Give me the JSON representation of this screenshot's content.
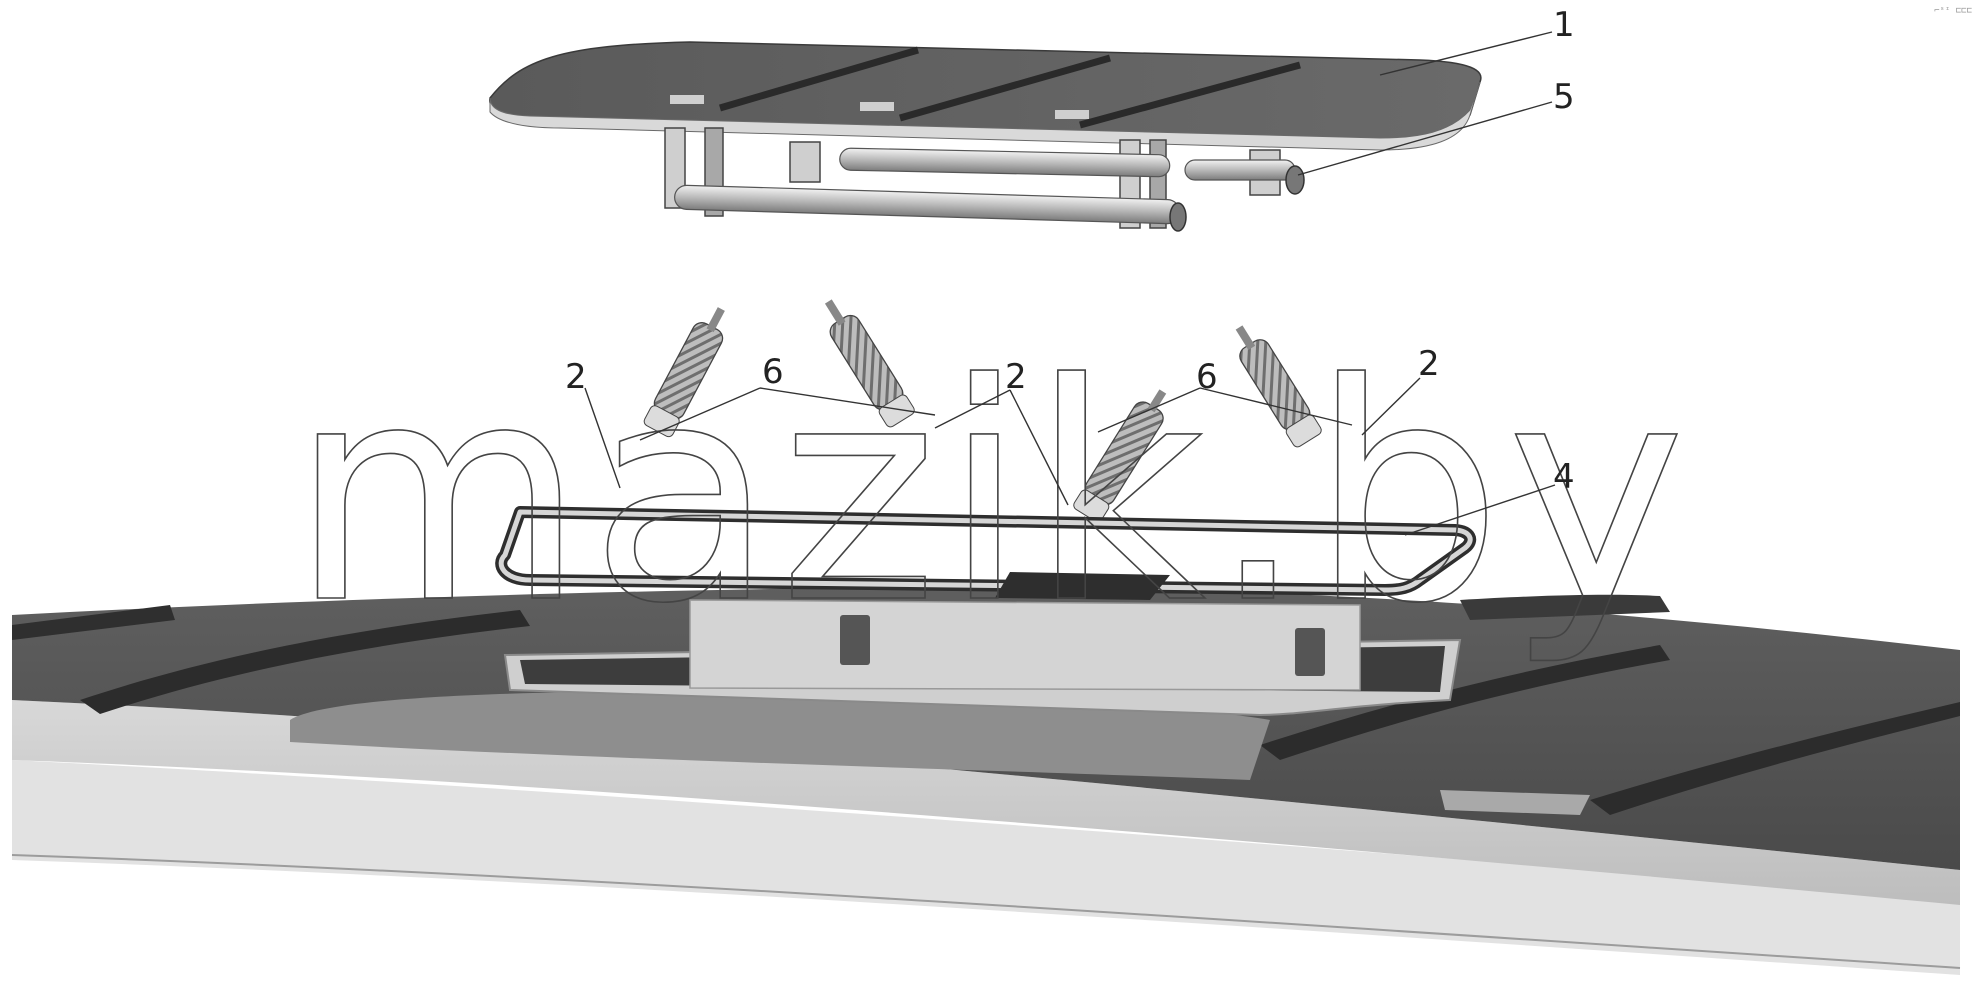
{
  "diagram": {
    "callouts": [
      "1",
      "5",
      "2",
      "6",
      "2",
      "6",
      "2",
      "4"
    ],
    "watermark": "mazik.by",
    "corner_mark": "⌐ˢᶦ ⊏⊏⊏"
  }
}
